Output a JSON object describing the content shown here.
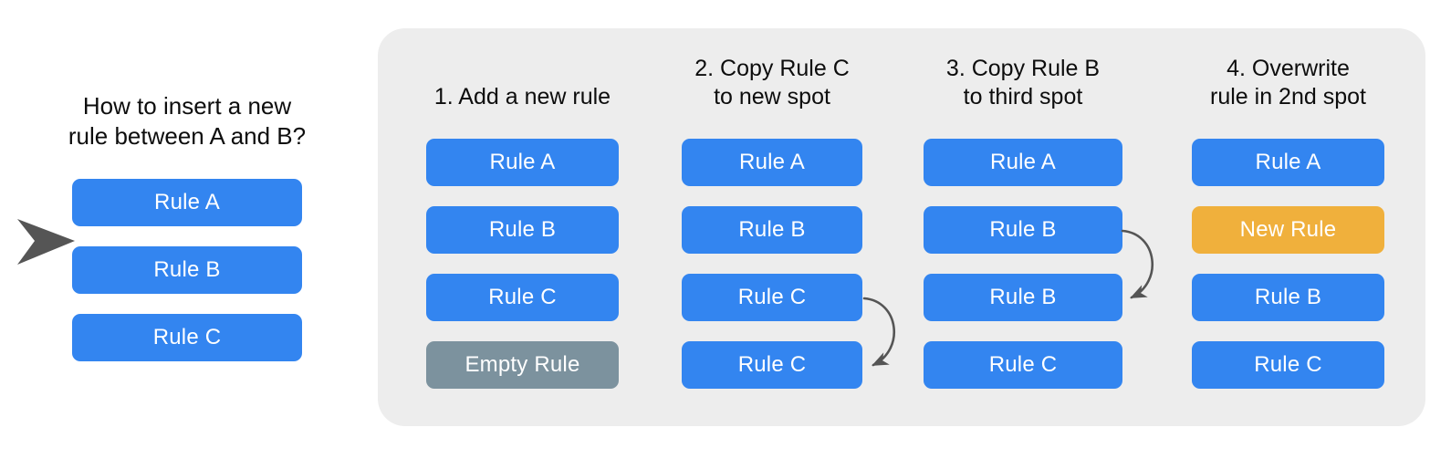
{
  "question": {
    "title": "How to insert a new\nrule between A and B?",
    "arrow_icon": "insert-point-arrow-icon",
    "rules": [
      {
        "label": "Rule A",
        "style": "blue"
      },
      {
        "label": "Rule B",
        "style": "blue"
      },
      {
        "label": "Rule C",
        "style": "blue"
      }
    ]
  },
  "panel": {
    "background": "#ededed",
    "columns": [
      {
        "heading": "1. Add a new rule",
        "rules": [
          {
            "label": "Rule A",
            "style": "blue"
          },
          {
            "label": "Rule B",
            "style": "blue"
          },
          {
            "label": "Rule C",
            "style": "blue"
          },
          {
            "label": "Empty Rule",
            "style": "gray"
          }
        ],
        "arrow": null
      },
      {
        "heading": "2. Copy Rule C\nto new spot",
        "rules": [
          {
            "label": "Rule A",
            "style": "blue"
          },
          {
            "label": "Rule B",
            "style": "blue"
          },
          {
            "label": "Rule C",
            "style": "blue"
          },
          {
            "label": "Rule C",
            "style": "blue"
          }
        ],
        "arrow": {
          "from_row": 3,
          "to_row": 4,
          "icon": "copy-curved-arrow-icon"
        }
      },
      {
        "heading": "3. Copy Rule B\nto third spot",
        "rules": [
          {
            "label": "Rule A",
            "style": "blue"
          },
          {
            "label": "Rule B",
            "style": "blue"
          },
          {
            "label": "Rule B",
            "style": "blue"
          },
          {
            "label": "Rule C",
            "style": "blue"
          }
        ],
        "arrow": {
          "from_row": 2,
          "to_row": 3,
          "icon": "copy-curved-arrow-icon"
        }
      },
      {
        "heading": "4. Overwrite\nrule in 2nd spot",
        "rules": [
          {
            "label": "Rule A",
            "style": "blue"
          },
          {
            "label": "New Rule",
            "style": "orange"
          },
          {
            "label": "Rule B",
            "style": "blue"
          },
          {
            "label": "Rule C",
            "style": "blue"
          }
        ],
        "arrow": null
      }
    ]
  },
  "colors": {
    "rule_blue": "#3385f0",
    "empty_gray": "#7c929e",
    "new_orange": "#f0b03c",
    "panel_gray": "#ededed",
    "arrow_gray": "#555555",
    "text_dark": "#0d0d0d",
    "pill_text": "#ffffff"
  }
}
